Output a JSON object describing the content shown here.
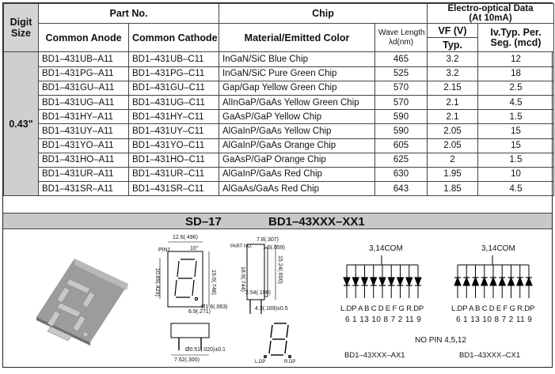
{
  "header": {
    "digit_size": "Digit Size",
    "part_no": "Part No.",
    "chip": "Chip",
    "eo_data": "Electro-optical Data",
    "eo_cond": "(At 10mA)",
    "common_anode": "Common Anode",
    "common_cathode": "Common Cathode",
    "material": "Material/Emitted Color",
    "wave_length": "Wave Length",
    "wave_unit": "λd(nm)",
    "vf": "VF (V)",
    "vf_typ": "Typ.",
    "iv": "Iv.Typ. Per.",
    "iv_unit": "Seg. (mcd)"
  },
  "digit_size_value": "0.43\"",
  "rows": [
    {
      "anode": "BD1–431UB–A11",
      "cathode": "BD1–431UB–C11",
      "material": "InGaN/SiC  Blue Chip",
      "wl": "465",
      "vf": "3.2",
      "iv": "12"
    },
    {
      "anode": "BD1–431PG–A11",
      "cathode": "BD1–431PG–C11",
      "material": "InGaN/SiC Pure Green Chip",
      "wl": "525",
      "vf": "3.2",
      "iv": "18"
    },
    {
      "anode": "BD1–431GU–A11",
      "cathode": "BD1–431GU–C11",
      "material": "Gap/Gap Yellow Green  Chip",
      "wl": "570",
      "vf": "2.15",
      "iv": "2.5"
    },
    {
      "anode": "BD1–431UG–A11",
      "cathode": "BD1–431UG–C11",
      "material": "AlInGaP/GaAs Yellow Green Chip",
      "wl": "570",
      "vf": "2.1",
      "iv": "4.5"
    },
    {
      "anode": "BD1–431HY–A11",
      "cathode": "BD1–431HY–C11",
      "material": "GaAsP/GaP Yellow  Chip",
      "wl": "590",
      "vf": "2.1",
      "iv": "1.5"
    },
    {
      "anode": "BD1–431UY–A11",
      "cathode": "BD1–431UY–C11",
      "material": "AlGaInP/GaAs Yellow  Chip",
      "wl": "590",
      "vf": "2.05",
      "iv": "15"
    },
    {
      "anode": "BD1–431YO–A11",
      "cathode": "BD1–431YO–C11",
      "material": "AlGaInP/GaAs Orange  Chip",
      "wl": "605",
      "vf": "2.05",
      "iv": "15"
    },
    {
      "anode": "BD1–431HO–A11",
      "cathode": "BD1–431HO–C11",
      "material": "GaAsP/GaP Orange  Chip",
      "wl": "625",
      "vf": "2",
      "iv": "1.5"
    },
    {
      "anode": "BD1–431UR–A11",
      "cathode": "BD1–431UR–C11",
      "material": "AlGaInP/GaAs Red  Chip",
      "wl": "630",
      "vf": "1.95",
      "iv": "10"
    },
    {
      "anode": "BD1–431SR–A11",
      "cathode": "BD1–431SR–C11",
      "material": "AlGaAs/GaAs Red Chip",
      "wl": "643",
      "vf": "1.85",
      "iv": "4.5"
    }
  ],
  "series": {
    "code": "SD–17",
    "part": "BD1–43XXX–XX1"
  },
  "drawing": {
    "dim_width": "12.6(.496)",
    "dim_pin": "PIN1",
    "dim_angle": "10°",
    "dim_height": "19.0(.748)",
    "dim_h2": "10.89(.429)",
    "dim_side": "7.8(.307)",
    "dim_side2": "1.5(.059)",
    "dim_part": "PART NO.",
    "dim_len": "18.9(.744)",
    "dim_len2": "15.24(.600)",
    "dim_pitch": "2.54(.100)",
    "dim_dp": "Ø1.6(.063)",
    "dim_seg": "6.9(.271)",
    "dim_lead": "4.3(.169)±0.5",
    "dim_pinsz": "Ø0.51(.020)±0.1",
    "dim_span": "7.62(.300)",
    "seg_l": "L.DP",
    "seg_r": "R.DP",
    "com": "3,14COM",
    "pins_row": "L.DP A B C D E F G R.DP",
    "pin_nums": "6 1 13 10 8 7 2 11 9",
    "no_pin": "NO PIN 4,5,12",
    "label_a": "BD1–43XXX–AX1",
    "label_c": "BD1–43XXX–CX1"
  }
}
